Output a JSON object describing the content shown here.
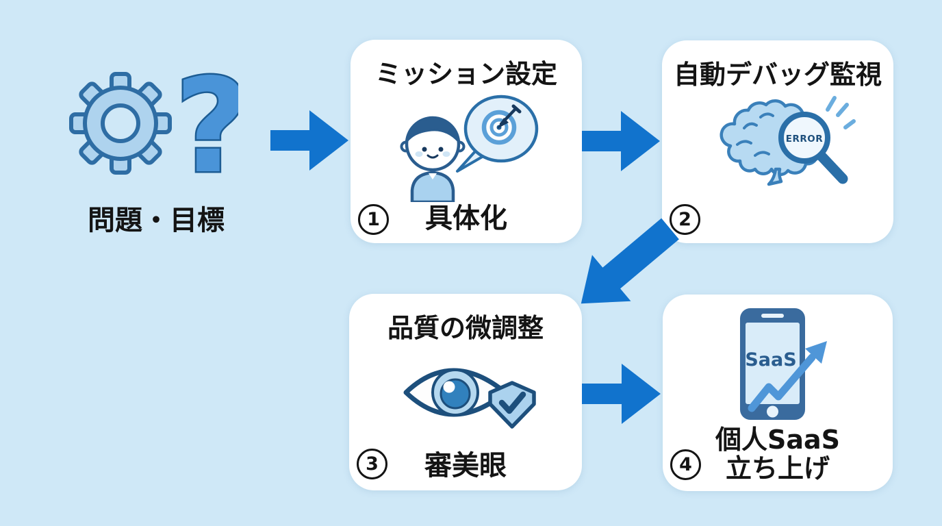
{
  "colors": {
    "background": "#cfe8f7",
    "card": "#ffffff",
    "arrow": "#1173cd",
    "text": "#141414",
    "icon_dark_outline": "#1d4f7c",
    "icon_mid_blue": "#4a94d8",
    "icon_light_blue": "#aed3ee"
  },
  "start": {
    "label": "問題・目標",
    "icons": [
      "gear-icon",
      "question-mark-icon"
    ]
  },
  "steps": [
    {
      "number": "1",
      "title": "ミッション設定",
      "caption_lines": [
        "具体化"
      ],
      "icon": "person-goal-speech-icon"
    },
    {
      "number": "2",
      "title": "自動デバッグ監視",
      "caption_lines": [],
      "icon": "brain-error-magnifier-icon",
      "magnifier_label": "ERROR"
    },
    {
      "number": "3",
      "title": "品質の微調整",
      "caption_lines": [
        "審美眼"
      ],
      "icon": "eye-shield-check-icon"
    },
    {
      "number": "4",
      "title": "",
      "caption_lines": [
        "個人SaaS",
        "立ち上げ"
      ],
      "icon": "smartphone-growth-icon",
      "phone_label": "SaaS"
    }
  ],
  "arrows": [
    {
      "from": "start",
      "to": "step-1",
      "direction": "right"
    },
    {
      "from": "step-1",
      "to": "step-2",
      "direction": "right"
    },
    {
      "from": "step-2",
      "to": "step-3",
      "direction": "down-left"
    },
    {
      "from": "step-3",
      "to": "step-4",
      "direction": "right"
    }
  ]
}
